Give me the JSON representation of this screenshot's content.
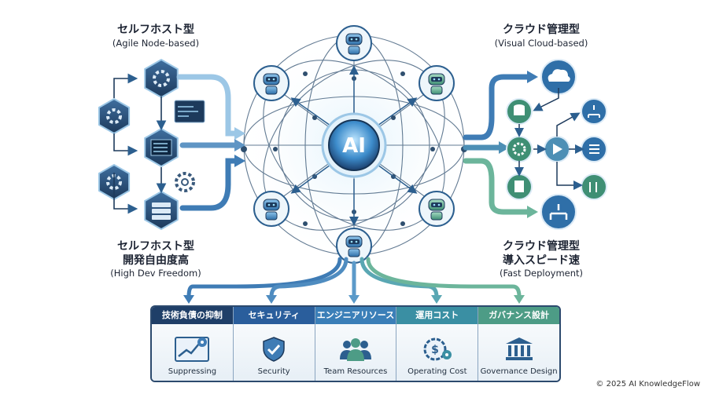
{
  "labels": {
    "top_left": {
      "jp": "セルフホスト型",
      "en": "(Agile Node-based)"
    },
    "top_right": {
      "jp": "クラウド管理型",
      "en": "(Visual Cloud-based)"
    },
    "bottom_left": {
      "jp1": "セルフホスト型",
      "jp2": "開発自由度高",
      "en": "(High Dev Freedom)"
    },
    "bottom_right": {
      "jp1": "クラウド管理型",
      "jp2": "導入スピード速",
      "en": "(Fast Deployment)"
    }
  },
  "center": {
    "text": "AI"
  },
  "columns": [
    {
      "header": "技術負債の抑制",
      "caption": "Suppressing",
      "icon": "chart-gear-icon",
      "color": "#1f3f68"
    },
    {
      "header": "セキュリティ",
      "caption": "Security",
      "icon": "shield-check-icon",
      "color": "#2a5e9c"
    },
    {
      "header": "エンジニアリソース",
      "caption": "Team Resources",
      "icon": "team-icon",
      "color": "#3b7fb8"
    },
    {
      "header": "運用コスト",
      "caption": "Operating Cost",
      "icon": "dollar-gear-icon",
      "color": "#3a8fa3"
    },
    {
      "header": "ガバナンス設計",
      "caption": "Governance Design",
      "icon": "building-icon",
      "color": "#4d9c86"
    }
  ],
  "footer": {
    "copyright": "© 2025 AI KnowledgeFlow"
  }
}
